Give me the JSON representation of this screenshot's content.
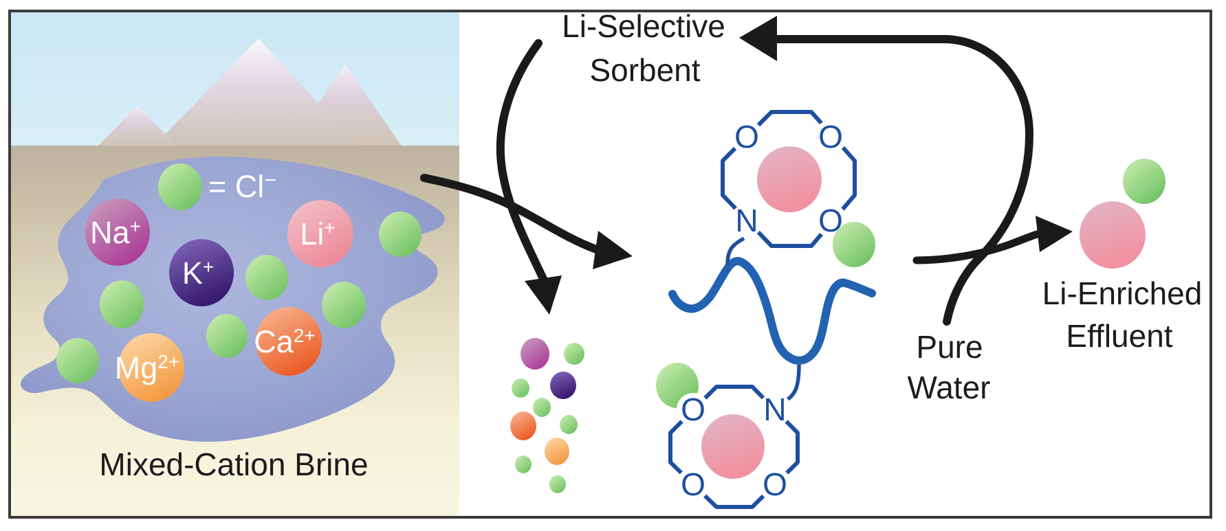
{
  "figure": {
    "type": "lithium-extraction-cycle-graphical-abstract",
    "brine": {
      "label": "Mixed-Cation Brine",
      "legend_prefix": "= Cl",
      "legend_sup": "−",
      "ions": {
        "na": {
          "symbol": "Na",
          "sup": "+"
        },
        "k": {
          "symbol": "K",
          "sup": "+"
        },
        "li": {
          "symbol": "Li",
          "sup": "+"
        },
        "mg": {
          "symbol": "Mg",
          "sup": "2+"
        },
        "ca": {
          "symbol": "Ca",
          "sup": "2+"
        }
      }
    },
    "sorbent": {
      "label_line1": "Li-Selective",
      "label_line2": "Sorbent",
      "atom_o": "O",
      "atom_n": "N"
    },
    "pure_water": {
      "line1": "Pure",
      "line2": "Water"
    },
    "effluent": {
      "line1": "Li-Enriched",
      "line2": "Effluent"
    }
  },
  "colors": {
    "chloride_green": "#74c367",
    "lithium_pink": "#ee8f9f",
    "sodium_magenta": "#ae3d96",
    "potassium_purple": "#3a1d71",
    "magnesium_orange": "#f49f4a",
    "calcium_orange_red": "#ed612c",
    "crown_ether_blue": "#1e4f9f",
    "polymer_blue": "#2262b0",
    "arrow_black": "#1a1a1a",
    "brine_blue": "#8f9acd",
    "sky_blue": "#cde9f4",
    "sand_yellow": "#f6f3da"
  }
}
